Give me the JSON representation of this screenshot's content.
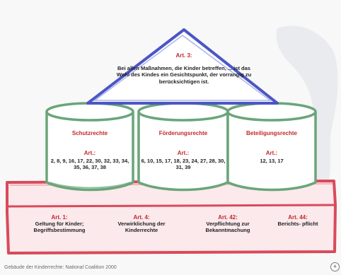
{
  "roof": {
    "title": "Art. 3:",
    "text": "Bei allen Maßnahmen, die Kinder betreffen, ... ist das Wohl des Kindes ein Gesichtspunkt, der vorrangig zu berücksichtigen ist."
  },
  "columns": [
    {
      "title": "Schutzrechte",
      "art_label": "Art.:",
      "articles": "2, 8, 9, 16, 17, 22, 30, 32, 33, 34, 35, 36, 37, 38"
    },
    {
      "title": "Förderungsrechte",
      "art_label": "Art.:",
      "articles": "6, 10, 15, 17, 18, 23, 24, 27, 28, 30, 31, 39"
    },
    {
      "title": "Beteiligungsrechte",
      "art_label": "Art.:",
      "articles": "12, 13, 17"
    }
  ],
  "base": [
    {
      "art": "Art. 1:",
      "text": "Geltung für Kinder; Begriffsbestimmung"
    },
    {
      "art": "Art. 4:",
      "text": "Verwirklichung der Kinderrechte"
    },
    {
      "art": "Art. 42:",
      "text": "Verpflichtung zur Bekanntmachung"
    },
    {
      "art": "Art. 44:",
      "text": "Berichts- pflicht"
    }
  ],
  "caption": "Gebäude der Kinderrechte: National Coalition 2000",
  "zoom_symbol": "+",
  "colors": {
    "roof_stroke": "#4b56c4",
    "column_stroke": "#6aa57a",
    "base_stroke": "#d94a5a",
    "base_fill": "#fbe9ec",
    "text_accent": "#c2282b"
  }
}
